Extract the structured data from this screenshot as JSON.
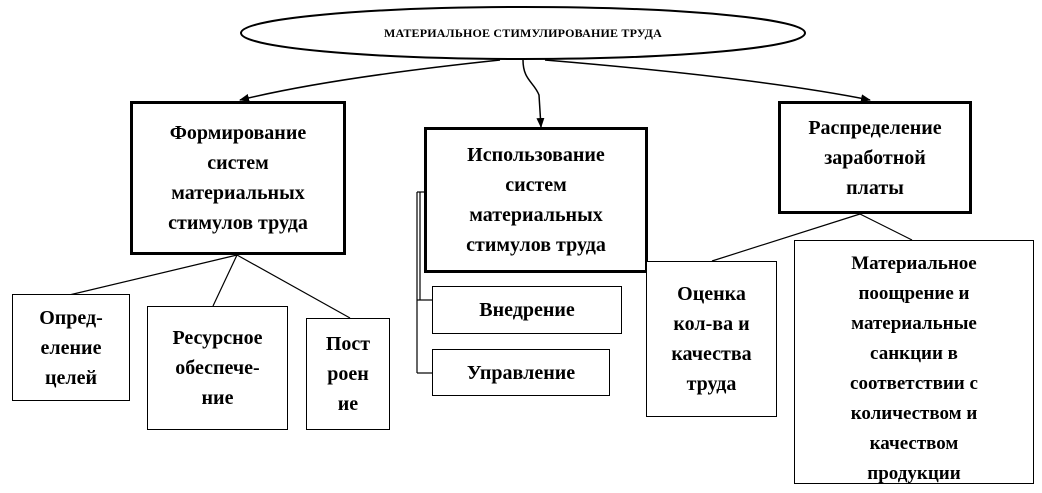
{
  "root": {
    "label": "МАТЕРИАЛЬНОЕ СТИМУЛИРОВАНИЕ ТРУДА"
  },
  "level1": {
    "formation": "Формирование\nсистем\nматериальных\nстимулов труда",
    "usage": "Использование\nсистем\nматериальных\nстимулов труда",
    "distribution": "Распределение\nзаработной\nплаты"
  },
  "formation_children": {
    "goals": "Опред-\nеление\nцелей",
    "resources": "Ресурсное\nобеспече-\nние",
    "construction": "Пост\nроен\nие"
  },
  "usage_children": {
    "implementation": "Внедрение",
    "management": "Управление"
  },
  "distribution_children": {
    "assessment": "Оценка\nкол-ва и\nкачества\nтруда",
    "incentives": "Материальное\nпоощрение и\nматериальные\nсанкции в\nсоответствии с\nколичеством и\nкачеством\nпродукции"
  }
}
